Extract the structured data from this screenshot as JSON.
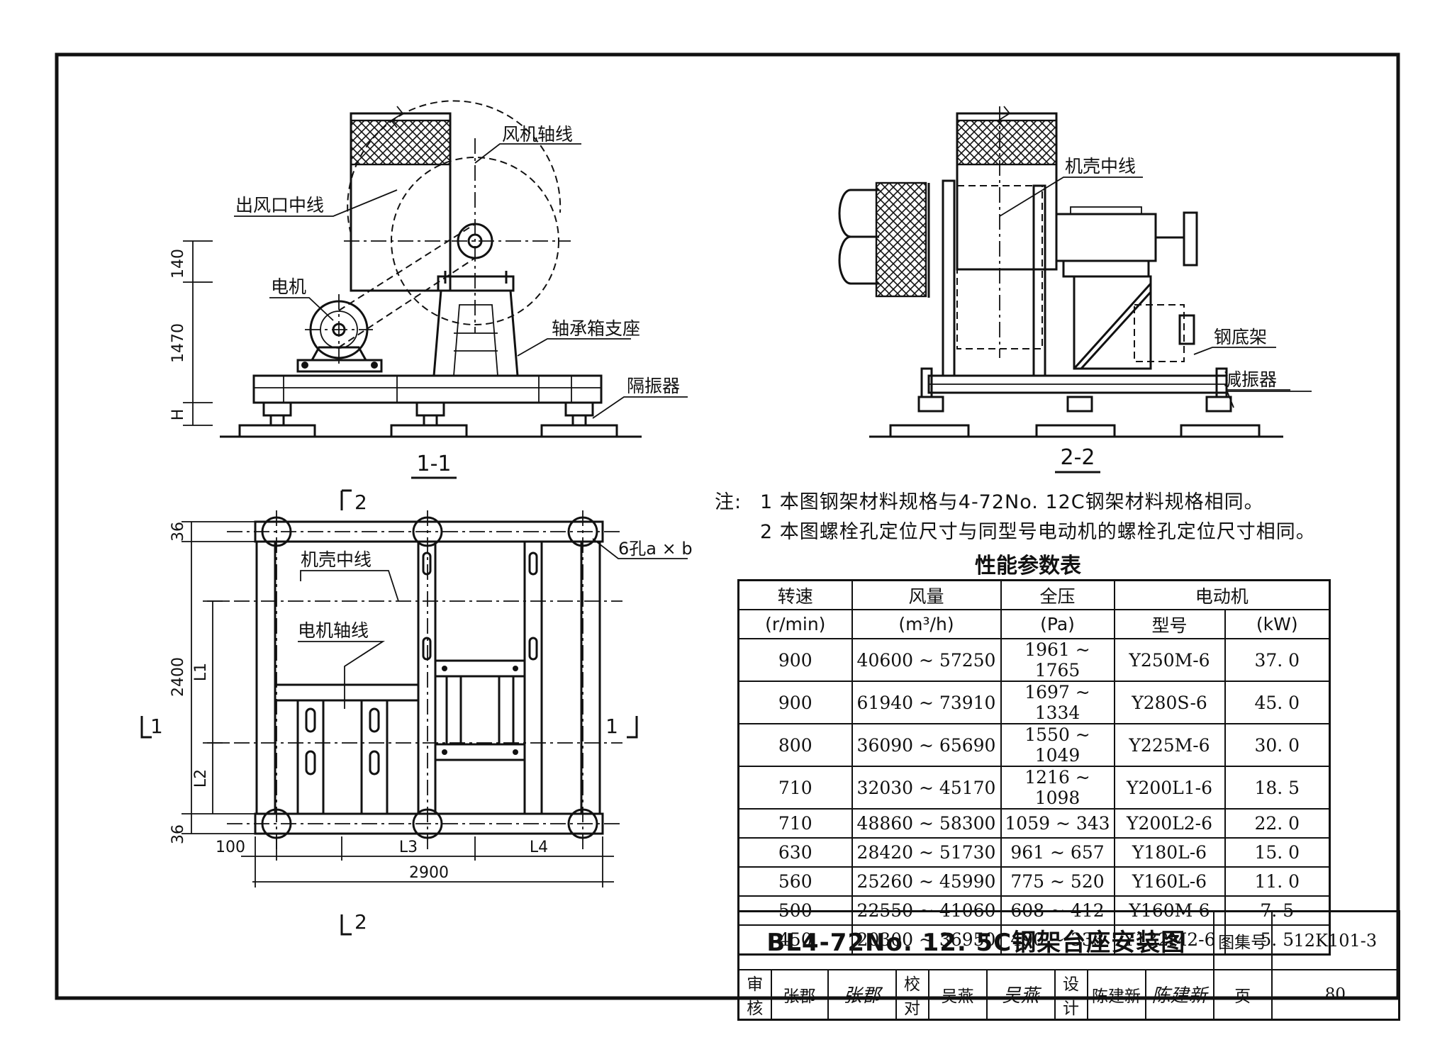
{
  "views": {
    "section_1_1": {
      "title": "1-1",
      "labels": {
        "fan_axis": "风机轴线",
        "outlet_centerline": "出风口中线",
        "motor": "电机",
        "bearing_support": "轴承箱支座",
        "isolator": "隔振器"
      },
      "dimensions": [
        "140",
        "1470",
        "H"
      ]
    },
    "section_2_2": {
      "title": "2-2",
      "labels": {
        "casing_centerline": "机壳中线",
        "steel_base": "钢底架",
        "damper": "减振器"
      }
    },
    "plan": {
      "section_marks": [
        "2",
        "1",
        "1",
        "2"
      ],
      "labels": {
        "casing_centerline": "机壳中线",
        "motor_axis": "电机轴线",
        "holes": "6孔a × b"
      },
      "dimensions": [
        "36",
        "2400",
        "L1",
        "L2",
        "36",
        "100",
        "L3",
        "L4",
        "2900"
      ]
    }
  },
  "notes": {
    "prefix": "注:",
    "items": [
      "1  本图钢架材料规格与4-72No. 12C钢架材料规格相同。",
      "2  本图螺栓孔定位尺寸与同型号电动机的螺栓孔定位尺寸相同。"
    ]
  },
  "performance_table": {
    "title": "性能参数表",
    "headers": {
      "speed": "转速",
      "speed_unit": "(r/min)",
      "flow": "风量",
      "flow_unit": "(m³/h)",
      "pressure": "全压",
      "pressure_unit": "(Pa)",
      "motor": "电动机",
      "model": "型号",
      "power_unit": "(kW)"
    },
    "rows": [
      [
        "900",
        "40600 ~ 57250",
        "1961 ~ 1765",
        "Y250M-6",
        "37. 0"
      ],
      [
        "900",
        "61940 ~ 73910",
        "1697 ~ 1334",
        "Y280S-6",
        "45. 0"
      ],
      [
        "800",
        "36090 ~ 65690",
        "1550 ~ 1049",
        "Y225M-6",
        "30. 0"
      ],
      [
        "710",
        "32030 ~ 45170",
        "1216 ~ 1098",
        "Y200L1-6",
        "18. 5"
      ],
      [
        "710",
        "48860 ~ 58300",
        "1059 ~ 343",
        "Y200L2-6",
        "22. 0"
      ],
      [
        "630",
        "28420 ~ 51730",
        "961 ~ 657",
        "Y180L-6",
        "15. 0"
      ],
      [
        "560",
        "25260 ~ 45990",
        "775 ~ 520",
        "Y160L-6",
        "11. 0"
      ],
      [
        "500",
        "22550 ~ 41060",
        "608 ~ 412",
        "Y160M-6",
        "7. 5"
      ],
      [
        "450",
        "20300 ~ 36950",
        "490 ~ 333",
        "Y132M2-6",
        "5. 5"
      ]
    ]
  },
  "title_block": {
    "drawing_title": "BL4-72No. 12. 5C钢架台座安装图",
    "atlas_label": "图集号",
    "atlas_no": "12K101-3",
    "review_label": "审核",
    "reviewer": "张郡",
    "reviewer_sig": "张郡",
    "check_label": "校对",
    "checker": "吴燕",
    "checker_sig": "吴燕",
    "design_label": "设计",
    "designer": "陈建新",
    "designer_sig": "陈建新",
    "page_label": "页",
    "page_no": "80"
  }
}
